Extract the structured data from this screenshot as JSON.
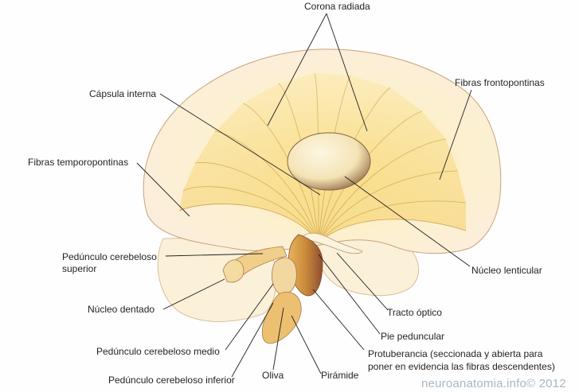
{
  "title": "Vías descendentes: corona radiada y cápsula interna",
  "labels": {
    "corona_radiada": "Corona radiada",
    "capsula_interna": "Cápsula interna",
    "fibras_frontopontinas": "Fibras frontopontinas",
    "fibras_temporopontinas": "Fibras temporopontinas",
    "nucleo_lenticular": "Núcleo lenticular",
    "pedunculo_superior_1": "Pedúnculo cerebeloso",
    "pedunculo_superior_2": "superior",
    "nucleo_dentado": "Núcleo dentado",
    "tracto_optico": "Tracto óptico",
    "pie_peduncular": "Pie peduncular",
    "protuberancia_1": "Protuberancia (seccionada y abierta para",
    "protuberancia_2": "poner en evidencia las fibras descendentes)",
    "pedunculo_medio": "Pedúnculo cerebeloso medio",
    "pedunculo_inferior": "Pedúnculo cerebeloso inferior",
    "oliva": "Oliva",
    "piramide": "Pirámide"
  },
  "watermark": "neuroanatomia.info© 2012",
  "colors": {
    "hemisphere_fill": "#fbeed6",
    "hemisphere_outline": "#c9a27a",
    "fiber_yellow": "#f6d65c",
    "fiber_line": "#b58a3c",
    "nucleus_fill": "#f8eccc",
    "brainstem": "#d9a34a",
    "leader_line": "#231f20",
    "label_text": "#231f20",
    "watermark_text": "#a9b6c2"
  }
}
